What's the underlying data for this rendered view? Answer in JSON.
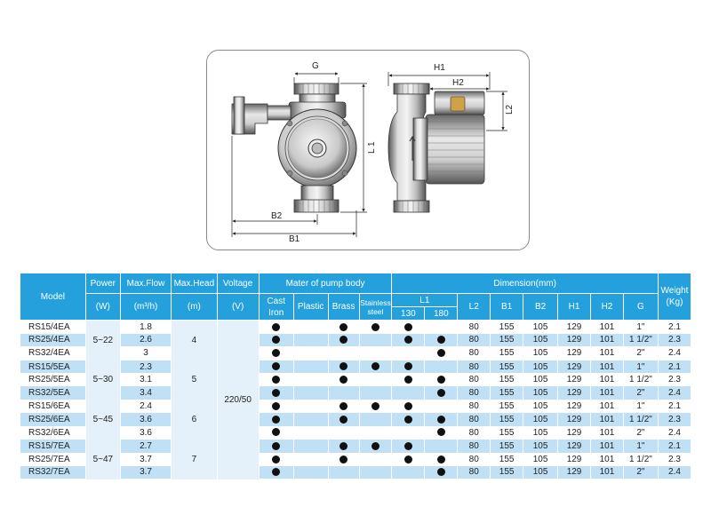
{
  "drawing": {
    "dim_labels": {
      "g": "G",
      "b1": "B1",
      "b2": "B2",
      "h1": "H1",
      "h2": "H2",
      "l1": "L 1",
      "l2": "L2"
    }
  },
  "table": {
    "headers": {
      "model": "Model",
      "power": "Power",
      "power_unit": "(W)",
      "max_flow": "Max.Flow",
      "max_flow_unit": "(m³/h)",
      "max_head": "Max.Head",
      "max_head_unit": "(m)",
      "voltage": "Voltage",
      "voltage_unit": "(V)",
      "material": "Mater of pump body",
      "cast_iron": "Cast Iron",
      "plastic": "Plastic",
      "brass": "Brass",
      "stainless": "Stainless steel",
      "dimension": "Dimension(mm)",
      "l1": "L1",
      "l1_130": "130",
      "l1_180": "180",
      "l2": "L2",
      "b1": "B1",
      "b2": "B2",
      "h1": "H1",
      "h2": "H2",
      "g": "G",
      "weight": "Weight (Kg)"
    },
    "voltage_value": "220/50",
    "power_groups": [
      "5~22",
      "5~30",
      "5~45",
      "5~47"
    ],
    "head_groups": [
      "4",
      "5",
      "6",
      "7"
    ],
    "rows": [
      {
        "model": "RS15/4EA",
        "flow": "1.8",
        "cast": true,
        "plastic": false,
        "brass": true,
        "stainless": true,
        "l130": true,
        "l180": false,
        "l2": "80",
        "b1": "155",
        "b2": "105",
        "h1": "129",
        "h2": "101",
        "g": "1\"",
        "weight": "2.1"
      },
      {
        "model": "RS25/4EA",
        "flow": "2.6",
        "cast": true,
        "plastic": false,
        "brass": true,
        "stainless": false,
        "l130": true,
        "l180": true,
        "l2": "80",
        "b1": "155",
        "b2": "105",
        "h1": "129",
        "h2": "101",
        "g": "1 1/2\"",
        "weight": "2.3"
      },
      {
        "model": "RS32/4EA",
        "flow": "3",
        "cast": true,
        "plastic": false,
        "brass": false,
        "stainless": false,
        "l130": false,
        "l180": true,
        "l2": "80",
        "b1": "155",
        "b2": "105",
        "h1": "129",
        "h2": "101",
        "g": "2\"",
        "weight": "2.4"
      },
      {
        "model": "RS15/5EA",
        "flow": "2.3",
        "cast": true,
        "plastic": false,
        "brass": true,
        "stainless": true,
        "l130": true,
        "l180": false,
        "l2": "80",
        "b1": "155",
        "b2": "105",
        "h1": "129",
        "h2": "101",
        "g": "1\"",
        "weight": "2.1"
      },
      {
        "model": "RS25/5EA",
        "flow": "3.1",
        "cast": true,
        "plastic": false,
        "brass": true,
        "stainless": false,
        "l130": true,
        "l180": true,
        "l2": "80",
        "b1": "155",
        "b2": "105",
        "h1": "129",
        "h2": "101",
        "g": "1 1/2\"",
        "weight": "2.3"
      },
      {
        "model": "RS32/5EA",
        "flow": "3.4",
        "cast": true,
        "plastic": false,
        "brass": false,
        "stainless": false,
        "l130": false,
        "l180": true,
        "l2": "80",
        "b1": "155",
        "b2": "105",
        "h1": "129",
        "h2": "101",
        "g": "2\"",
        "weight": "2.4"
      },
      {
        "model": "RS15/6EA",
        "flow": "2.4",
        "cast": true,
        "plastic": false,
        "brass": true,
        "stainless": true,
        "l130": true,
        "l180": false,
        "l2": "80",
        "b1": "155",
        "b2": "105",
        "h1": "129",
        "h2": "101",
        "g": "1\"",
        "weight": "2.1"
      },
      {
        "model": "RS25/6EA",
        "flow": "3.6",
        "cast": true,
        "plastic": false,
        "brass": true,
        "stainless": false,
        "l130": true,
        "l180": true,
        "l2": "80",
        "b1": "155",
        "b2": "105",
        "h1": "129",
        "h2": "101",
        "g": "1 1/2\"",
        "weight": "2.3"
      },
      {
        "model": "RS32/6EA",
        "flow": "3.6",
        "cast": true,
        "plastic": false,
        "brass": false,
        "stainless": false,
        "l130": false,
        "l180": true,
        "l2": "80",
        "b1": "155",
        "b2": "105",
        "h1": "129",
        "h2": "101",
        "g": "2\"",
        "weight": "2.4"
      },
      {
        "model": "RS15/7EA",
        "flow": "2.7",
        "cast": true,
        "plastic": false,
        "brass": true,
        "stainless": true,
        "l130": true,
        "l180": false,
        "l2": "80",
        "b1": "155",
        "b2": "105",
        "h1": "129",
        "h2": "101",
        "g": "1\"",
        "weight": "2.1"
      },
      {
        "model": "RS25/7EA",
        "flow": "3.7",
        "cast": true,
        "plastic": false,
        "brass": true,
        "stainless": false,
        "l130": true,
        "l180": true,
        "l2": "80",
        "b1": "155",
        "b2": "105",
        "h1": "129",
        "h2": "101",
        "g": "1 1/2\"",
        "weight": "2.3"
      },
      {
        "model": "RS32/7EA",
        "flow": "3.7",
        "cast": true,
        "plastic": false,
        "brass": false,
        "stainless": false,
        "l130": false,
        "l180": true,
        "l2": "80",
        "b1": "155",
        "b2": "105",
        "h1": "129",
        "h2": "101",
        "g": "2\"",
        "weight": "2.4"
      }
    ]
  },
  "colors": {
    "header_blue": "#24a1dc",
    "row_tint": "#bfe0f5",
    "merged_tint": "#e4f1fa"
  }
}
